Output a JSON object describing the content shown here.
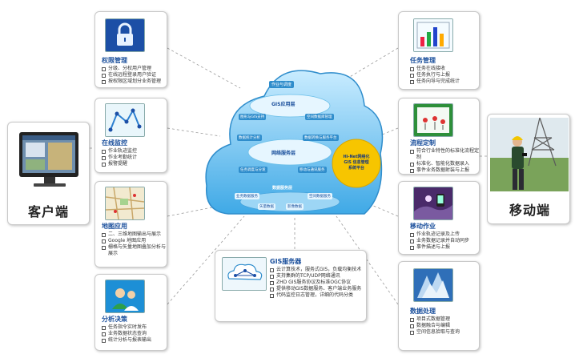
{
  "left_device": {
    "label": "客户端"
  },
  "right_device": {
    "label": "移动端"
  },
  "cloud": {
    "top_label": "作业与调度",
    "gis_layer": "GIS应用层",
    "row1": [
      "图形与GIS支持",
      "空间数据库管理"
    ],
    "row2": [
      "数据统计分析",
      "数据转换与服务平台"
    ],
    "network_layer": "网络服务层",
    "row3": [
      "任务调度与分发",
      "移动与通讯服务"
    ],
    "data_layer": "数据服务层",
    "row4": [
      "业务数据服务",
      "空间数据服务"
    ],
    "row5": [
      "矢量数据",
      "影像数据"
    ],
    "badge": [
      "Hi-Net网络化",
      "GIS 信息管理",
      "系统平台"
    ]
  },
  "left_panels": [
    {
      "title": "权限管理",
      "icon": "lock-icon",
      "items": [
        "分级、分权用户管理",
        "在线远程登录用户验证",
        "按权限区域划分业务管理"
      ]
    },
    {
      "title": "在线监控",
      "icon": "route-monitor-icon",
      "items": [
        "作业轨迹监控",
        "作业考勤统计",
        "报警提醒"
      ]
    },
    {
      "title": "地图应用",
      "icon": "map-icon",
      "items": [
        "二、三维地图输出与展示",
        "Google 地图应用",
        "栅格与矢量地图叠加分析与展示"
      ]
    },
    {
      "title": "分析决策",
      "icon": "analysis-icon",
      "items": [
        "任务指令实时发布",
        "业务数据状态查询",
        "统计分析与报表输出"
      ]
    }
  ],
  "right_panels": [
    {
      "title": "任务管理",
      "icon": "task-chart-icon",
      "items": [
        "任务在线接收",
        "任务执行与上报",
        "任务向导与完成统计"
      ]
    },
    {
      "title": "流程定制",
      "icon": "workflow-icon",
      "items": [
        "符合行业特性的标准化流程定制",
        "标准化、智能化数据录入",
        "事件业务数据射装与上报"
      ]
    },
    {
      "title": "移动作业",
      "icon": "mobile-work-icon",
      "items": [
        "作业轨迹记录及上传",
        "业务数据记录并自动同步",
        "事件描述与上报"
      ]
    },
    {
      "title": "数据处理",
      "icon": "data-process-icon",
      "items": [
        "项目式数据管理",
        "数据融合与编辑",
        "空间信息拾取与查询"
      ]
    }
  ],
  "gis_server": {
    "title": "GIS服务器",
    "icon": "network-cloud-icon",
    "items": [
      "云计算技术，服务式GIS，负载均衡技术",
      "支持集群的TCP/UDP网络通讯",
      "ZHD GIS服务协议及标准OGC协议",
      "提供移动GIS数据服务、客户端业务服务",
      "代码监控日志管理，详细的代码分类"
    ]
  },
  "colors": {
    "cloud_top": "#b9e6ff",
    "cloud_bottom": "#4fb7ee",
    "title": "#1a4f9c",
    "badge": "#f7c500"
  }
}
